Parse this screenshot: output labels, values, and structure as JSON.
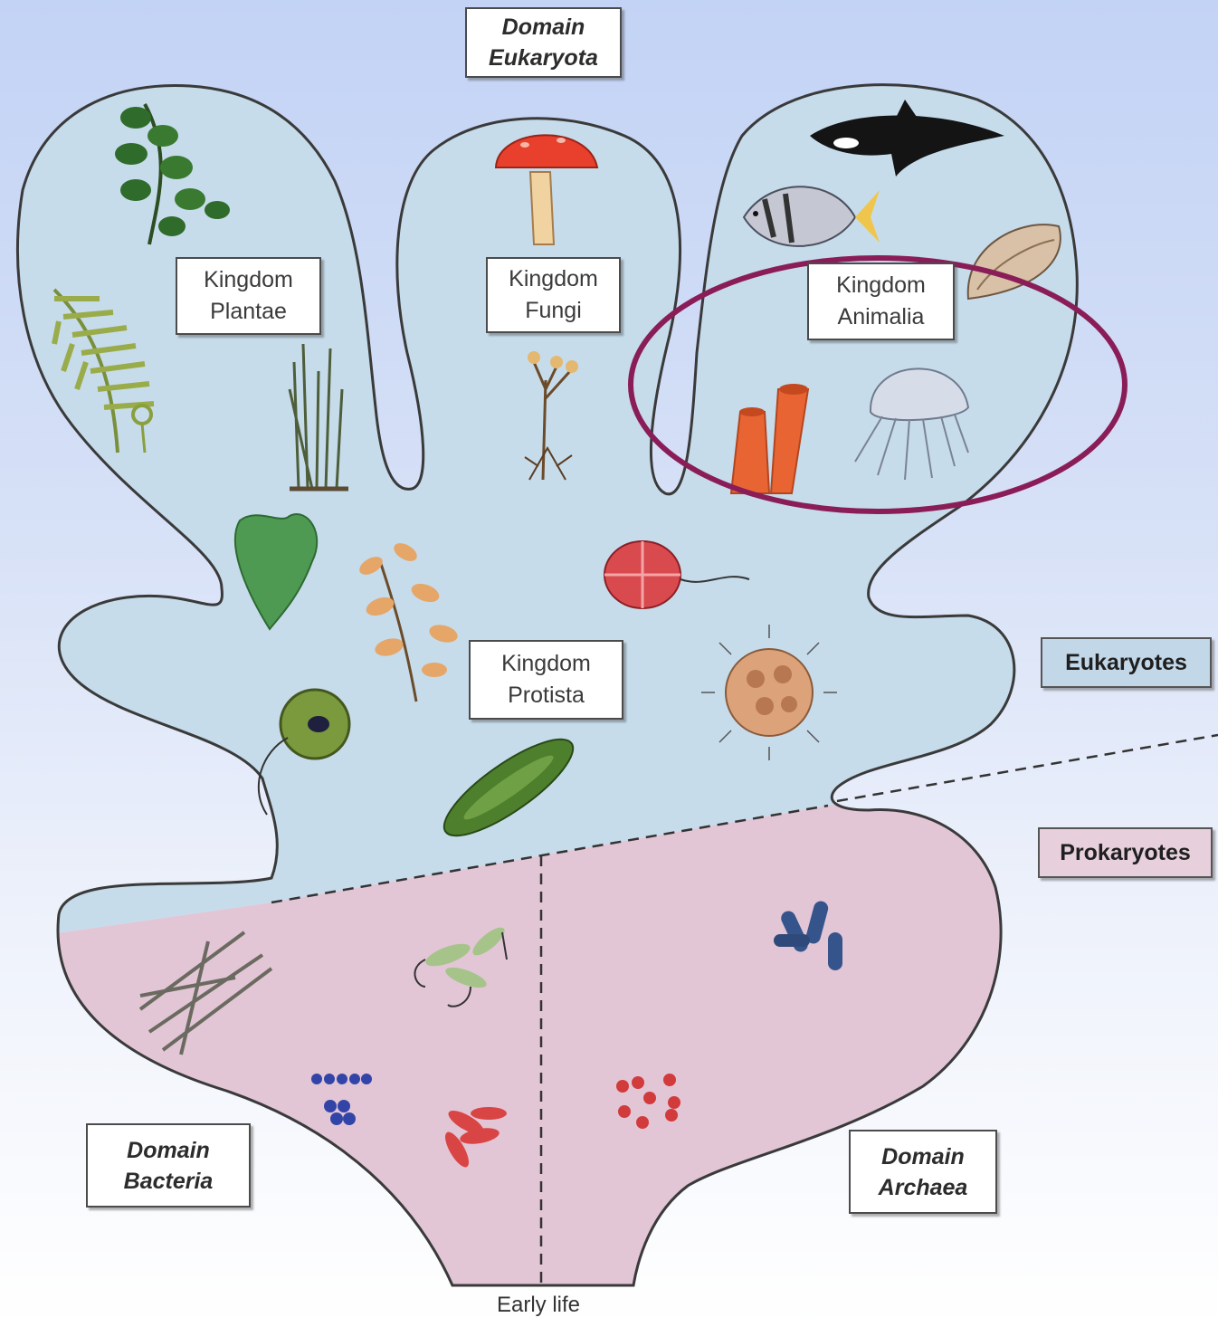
{
  "domains": {
    "eukaryota": "Domain\nEukaryota",
    "bacteria": "Domain\nBacteria",
    "archaea": "Domain\nArchaea"
  },
  "kingdoms": {
    "plantae": "Kingdom\nPlantae",
    "fungi": "Kingdom\nFungi",
    "animalia": "Kingdom\nAnimalia",
    "protista": "Kingdom\nProtista"
  },
  "groups": {
    "eukaryotes": "Eukaryotes",
    "prokaryotes": "Prokaryotes"
  },
  "root_label": "Early life",
  "colors": {
    "eukaryote_fill": "#c6dceb",
    "prokaryote_fill": "#e2c6d6",
    "highlight_ring": "#8a1d58",
    "eukaryotes_box": "#c2d7e8",
    "prokaryotes_box": "#e7cfdc"
  },
  "highlighted_group": "Kingdom Animalia"
}
